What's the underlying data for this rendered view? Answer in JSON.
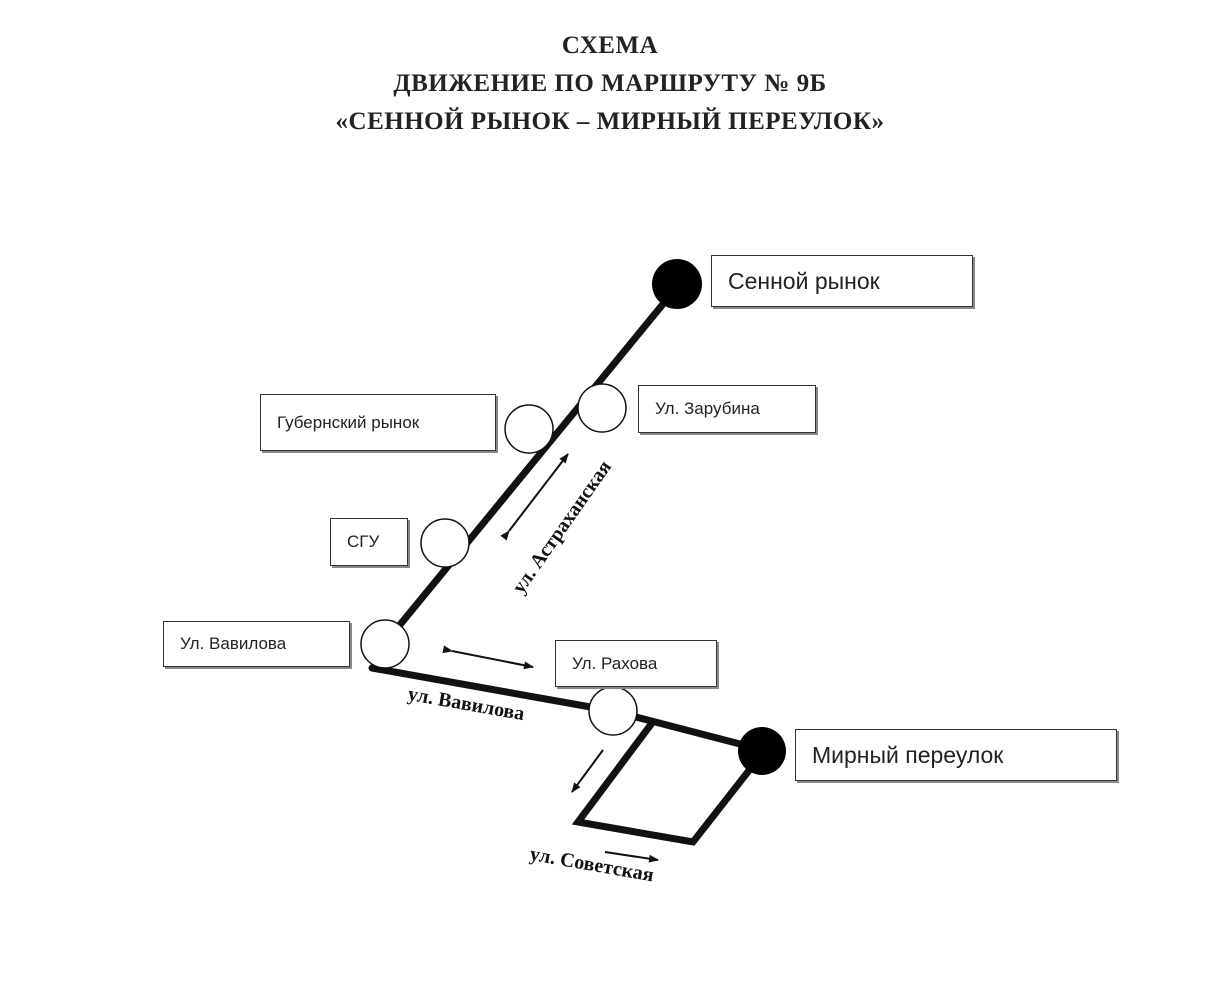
{
  "title": {
    "line1": "СХЕМА",
    "line2": "ДВИЖЕНИЕ ПО МАРШРУТУ  № 9Б",
    "line3": "«СЕННОЙ РЫНОК – МИРНЫЙ ПЕРЕУЛОК»"
  },
  "terminals": {
    "start": "Сенной рынок",
    "end": "Мирный переулок"
  },
  "stops": {
    "zarubina": "Ул. Зарубина",
    "gubernsky": "Губернский рынок",
    "sgu": "СГУ",
    "vavilova": "Ул. Вавилова",
    "rakhova": "Ул. Рахова"
  },
  "streets": {
    "astrakhanskaya": "ул. Астраханская",
    "vavilova": "ул. Вавилова",
    "sovetskaya": "ул. Советская"
  }
}
